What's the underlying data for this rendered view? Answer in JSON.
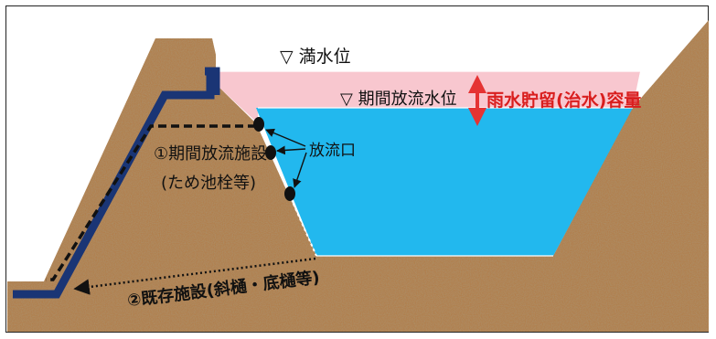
{
  "labels": {
    "full_water_level": "▽ 満水位",
    "period_discharge_water_level": "▽ 期間放流水位",
    "rainwater_storage_capacity": "雨水貯留(治水)容量",
    "outlet": "放流口",
    "facility_1_line1": "①期間放流施設",
    "facility_1_line2": "(ため池栓等)",
    "facility_2": "②既存施設(斜樋・底樋等)"
  },
  "colors": {
    "soil": "#b07f4e",
    "flood_storage": "#f8c7cf",
    "water": "#22b8ee",
    "pipe": "#1a3575",
    "arrow_red": "#e53333",
    "text": "#111111",
    "text_red": "#d91e1e",
    "background": "#ffffff"
  }
}
